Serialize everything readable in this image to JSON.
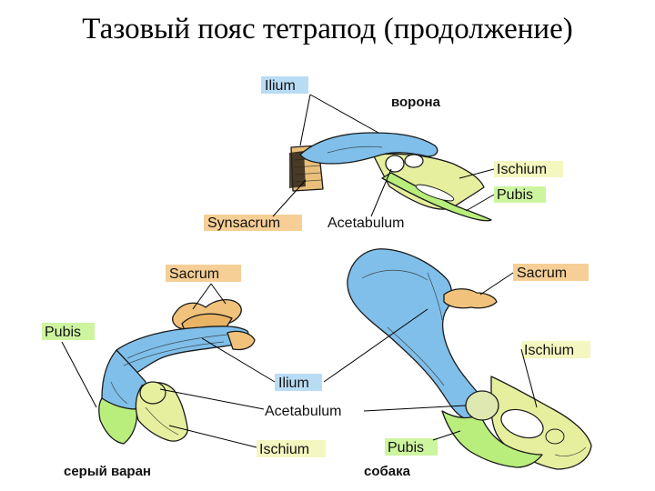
{
  "title": "Тазовый пояс тетрапод (продолжение)",
  "colors": {
    "ilium": "#7fbfea",
    "ilium_label": "#b9dcf5",
    "ischium": "#e6ef9e",
    "ischium_label": "#f4f7bf",
    "pubis": "#b9ee7d",
    "pubis_label": "#cdf5a0",
    "sacrum": "#f0c27c",
    "sacrum_label": "#f6cf96"
  },
  "crow": {
    "name": "ворона",
    "labels": {
      "ilium": "Ilium",
      "ischium": "Ischium",
      "pubis": "Pubis",
      "synsacrum": "Synsacrum",
      "acetabulum": "Acetabulum"
    }
  },
  "monitor": {
    "name": "серый варан",
    "labels": {
      "sacrum": "Sacrum",
      "pubis": "Pubis",
      "ilium": "Ilium",
      "acetabulum": "Acetabulum",
      "ischium": "Ischium"
    }
  },
  "dog": {
    "name": "собака",
    "labels": {
      "sacrum": "Sacrum",
      "ischium": "Ischium",
      "pubis": "Pubis"
    }
  }
}
